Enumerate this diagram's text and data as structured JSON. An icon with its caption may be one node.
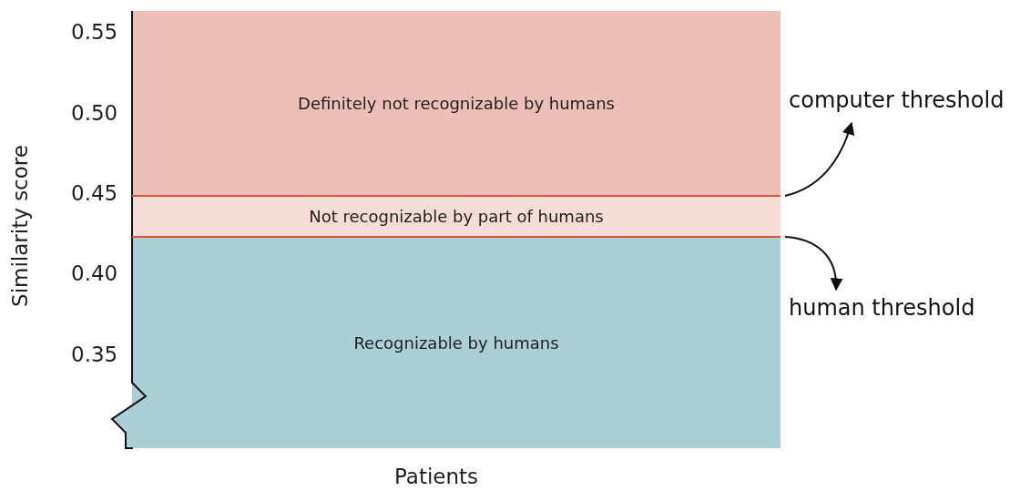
{
  "diagram": {
    "nodes": [
      {
        "text": [
          "Definitely not recognizable by humans"
        ]
      },
      {
        "text": [
          "Not recognizable by part of humans"
        ]
      },
      {
        "text": [
          "Recognizable by humans"
        ]
      },
      {
        "text": [
          "computer threshold"
        ]
      },
      {
        "text": [
          "human threshold"
        ]
      },
      {
        "text": [],
        "shape": "bar"
      },
      {
        "text": [],
        "shape": "bar"
      }
    ],
    "edges": [
      {
        "from": 5,
        "to": 3,
        "arrow": "to"
      },
      {
        "from": 6,
        "to": 4,
        "arrow": "to"
      }
    ],
    "labels": [
      "0.55",
      "0.50",
      "Similarity score",
      "0.45",
      "0.40",
      "0.35",
      "Patients"
    ]
  }
}
